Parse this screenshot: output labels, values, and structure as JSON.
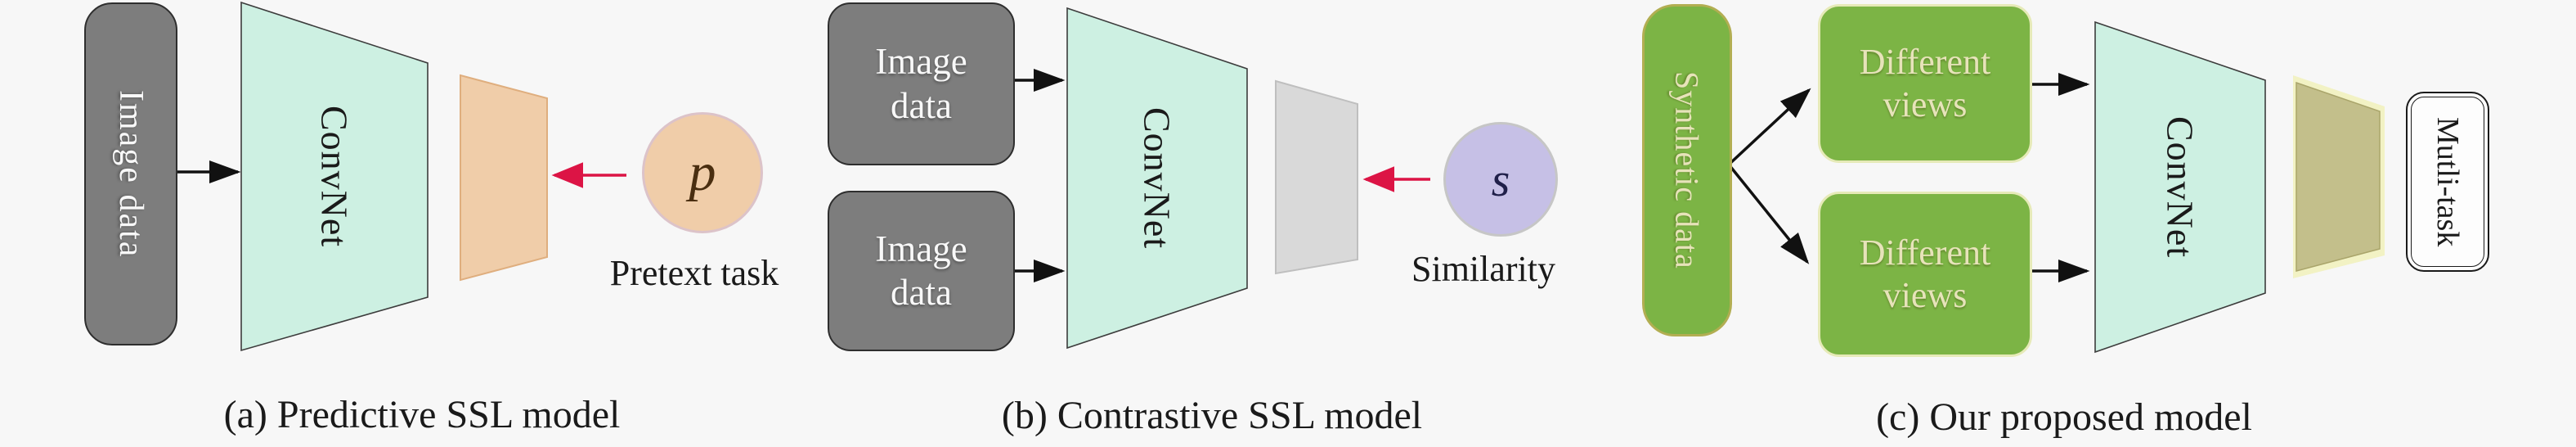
{
  "colors": {
    "background": "#f7f7f7",
    "gray-box": "#7d7d7d",
    "box-border-dark": "#2e2e2e",
    "mint": "#cdf0e2",
    "trap-stroke": "#3c3c3c",
    "peach": "#f0cda9",
    "peach-stroke": "#dfae7e",
    "lavender": "#c6c0e6",
    "panel-gray": "#d9d9d9",
    "panel-gray-stroke": "#bfbfbf",
    "green": "#7cb445",
    "green-border-light": "#e6eab8",
    "green-border-olive": "#b2ae52",
    "khaki": "#c3bf8b",
    "khaki-stroke": "#aaa56b",
    "pale-yellow": "#f2f2c4",
    "cream-text": "#e7e3ba",
    "white-text": "#f8f8f8",
    "red-arrow": "#dc1445",
    "arrow-black": "#111111",
    "ink": "#1a1a1a",
    "white-box": "#fdfdfd",
    "p-ink": "#4a2e10",
    "s-ink": "#20204a"
  },
  "panel_a": {
    "caption": "(a) Predictive SSL model",
    "input_label": "Image data",
    "convnet_label": "ConvNet",
    "symbol": "p",
    "task_label": "Pretext task"
  },
  "panel_b": {
    "caption": "(b) Contrastive SSL model",
    "input_top_label": "Image data",
    "input_bottom_label": "Image data",
    "convnet_label": "ConvNet",
    "symbol": "s",
    "task_label": "Similarity"
  },
  "panel_c": {
    "caption": "(c) Our proposed model",
    "input_label": "Synthetic data",
    "view_top_label": "Different views",
    "view_bottom_label": "Different views",
    "convnet_label": "ConvNet",
    "output_label": "Mutli-task"
  }
}
